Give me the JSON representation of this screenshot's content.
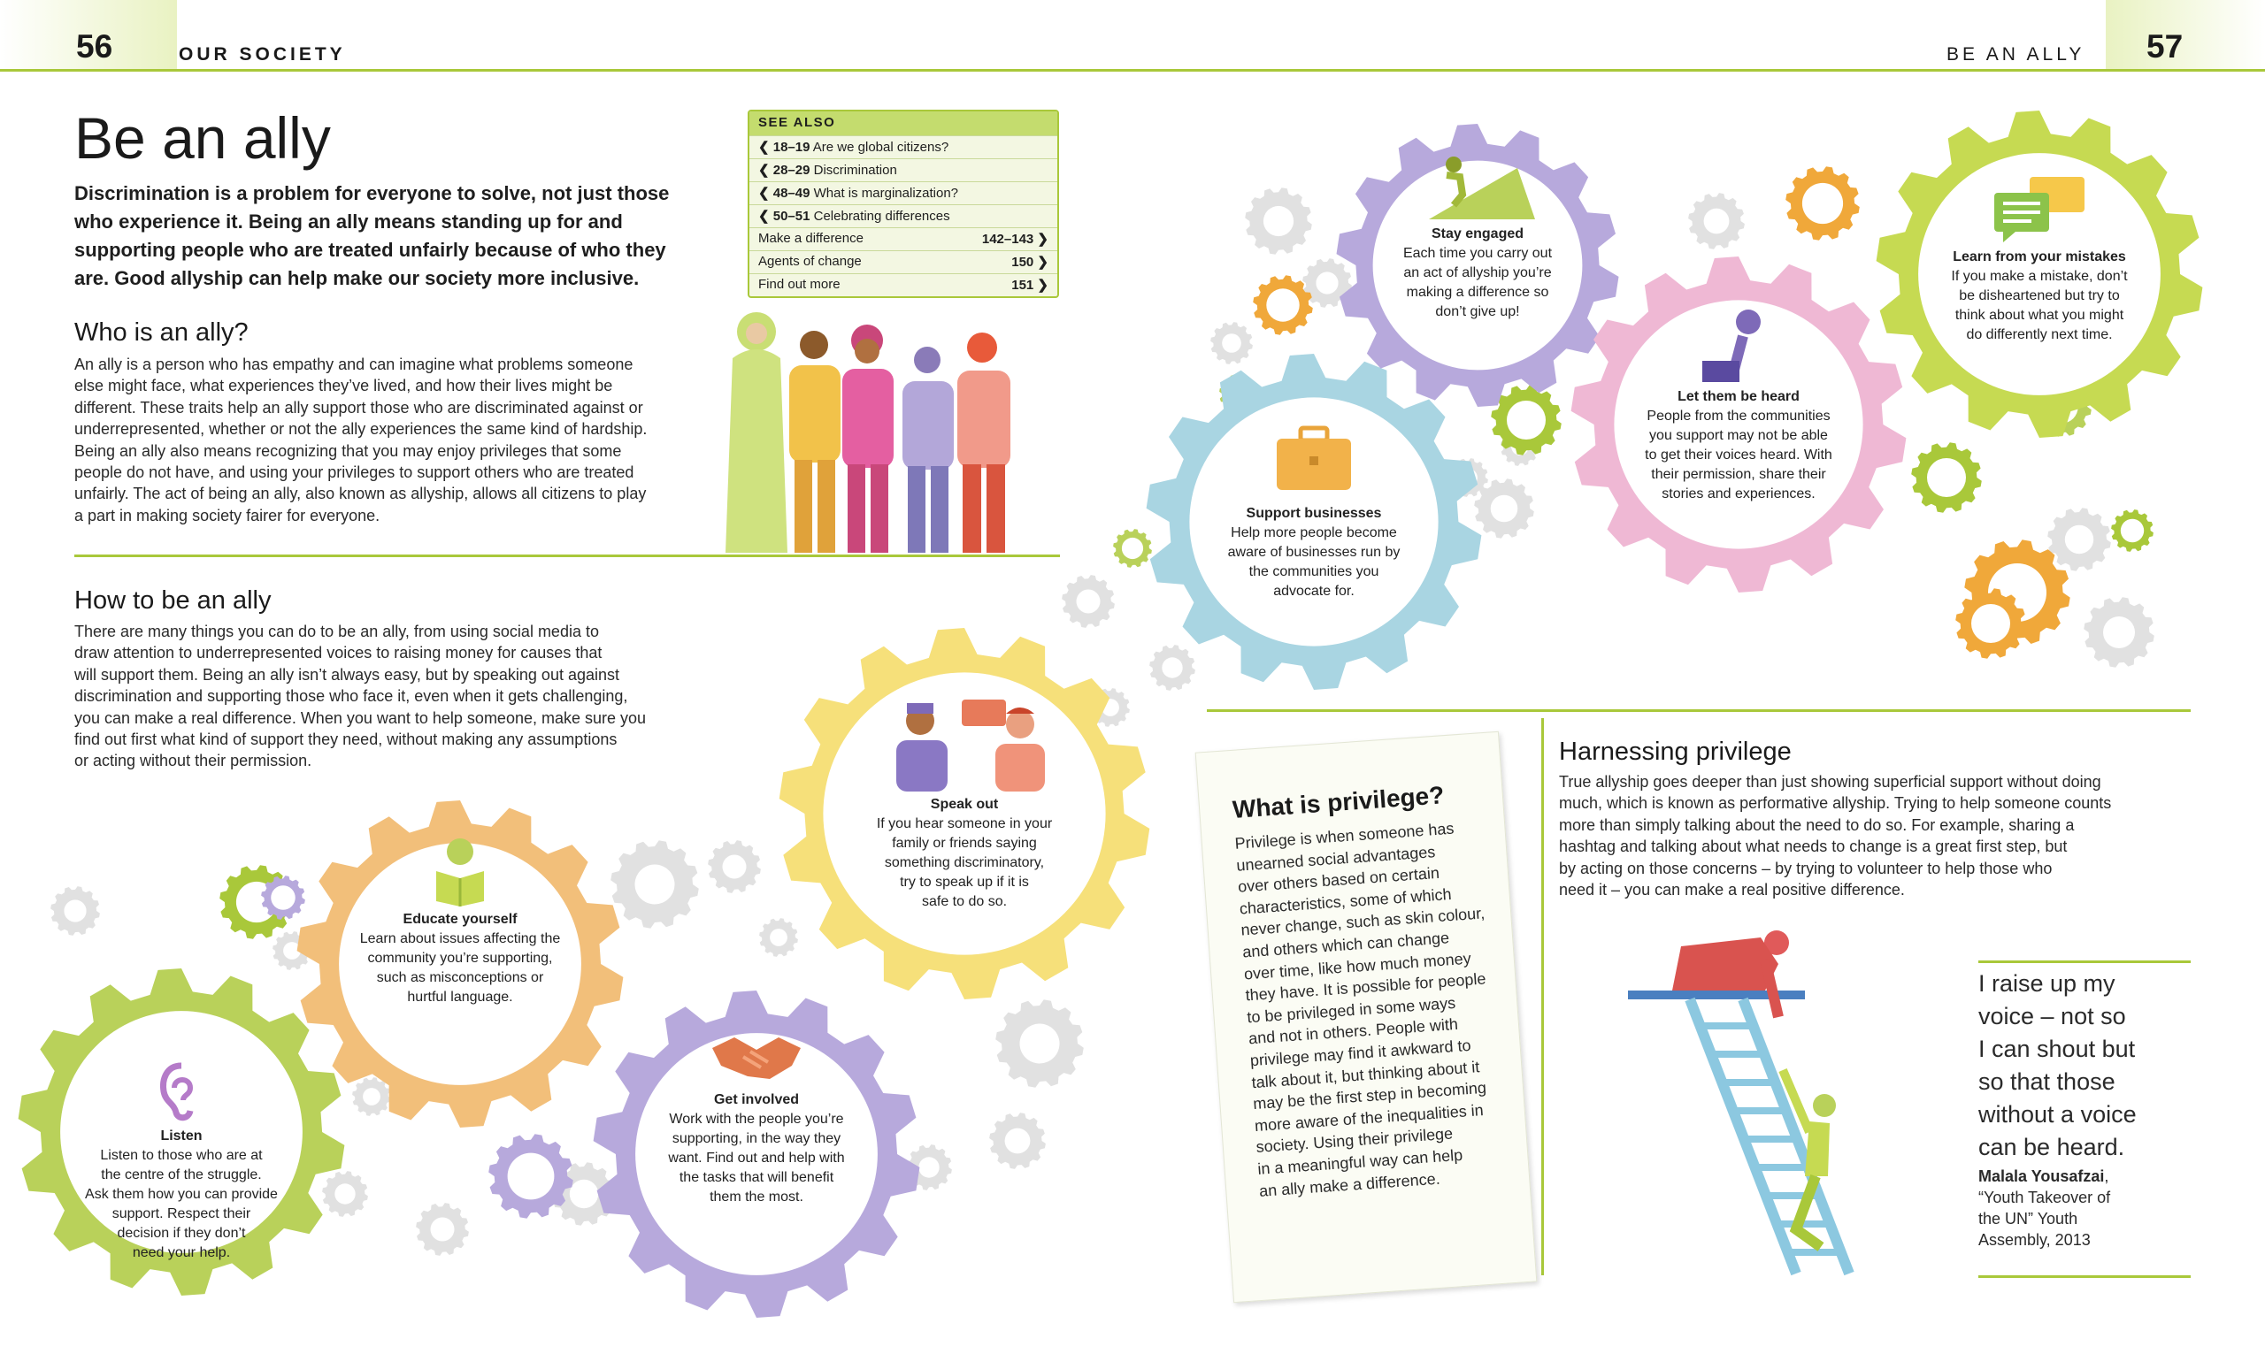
{
  "header": {
    "left_page_number": "56",
    "left_section": "OUR SOCIETY",
    "right_section": "BE AN ALLY",
    "right_page_number": "57"
  },
  "title": "Be an ally",
  "intro": [
    "Discrimination is a problem for everyone to solve, not just those",
    "who experience it. Being an ally means standing up for and",
    "supporting people who are treated unfairly because of who they",
    "are. Good allyship can help make our society more inclusive."
  ],
  "see_also": {
    "heading": "SEE ALSO",
    "items": [
      {
        "ref": "❮ 18–19",
        "label": "Are we global citizens?",
        "page": ""
      },
      {
        "ref": "❮ 28–29",
        "label": "Discrimination",
        "page": ""
      },
      {
        "ref": "❮ 48–49",
        "label": "What is marginalization?",
        "page": ""
      },
      {
        "ref": "❮ 50–51",
        "label": "Celebrating differences",
        "page": ""
      },
      {
        "ref": "",
        "label": "Make a difference",
        "page": "142–143 ❯"
      },
      {
        "ref": "",
        "label": "Agents of change",
        "page": "150 ❯"
      },
      {
        "ref": "",
        "label": "Find out more",
        "page": "151 ❯"
      }
    ]
  },
  "who": {
    "heading": "Who is an ally?",
    "lines": [
      "An ally is a person who has empathy and can imagine what problems someone",
      "else might face, what experiences they’ve lived, and how their lives might be",
      "different. These traits help an ally support those who are discriminated against or",
      "underrepresented, whether or not the ally experiences the same kind of hardship.",
      "Being an ally also means recognizing that you may enjoy privileges that some",
      "people do not have, and using your privileges to support others who are treated",
      "unfairly. The act of being an ally, also known as allyship, allows all citizens to play",
      "a part in making society fairer for everyone."
    ]
  },
  "how": {
    "heading": "How to be an ally",
    "lines": [
      "There are many things you can do to be an ally, from using social media to",
      "draw attention to underrepresented voices to raising money for causes that",
      "will support them. Being an ally isn’t always easy, but by speaking out against",
      "discrimination and supporting those who face it, even when it gets challenging,",
      "you can make a real difference. When you want to help someone, make sure you",
      "find out first what kind of support they need, without making any assumptions",
      "or acting without their permission."
    ]
  },
  "gears": {
    "listen": {
      "title": "Listen",
      "lines": [
        "Listen to those who are at",
        "the centre of the struggle.",
        "Ask them how you can provide",
        "support. Respect their",
        "decision if they don’t",
        "need your help."
      ],
      "icon": "ear-icon",
      "color": "#b9d15a"
    },
    "educate": {
      "title": "Educate yourself",
      "lines": [
        "Learn about issues affecting the",
        "community you’re supporting,",
        "such as misconceptions or",
        "hurtful language."
      ],
      "icon": "reading-person-icon",
      "color": "#f2bf7a"
    },
    "involved": {
      "title": "Get involved",
      "lines": [
        "Work with the people you’re",
        "supporting, in the way they",
        "want. Find out and help with",
        "the tasks that will benefit",
        "them the most."
      ],
      "icon": "handshake-icon",
      "color": "#b7a9dc"
    },
    "speak": {
      "title": "Speak out",
      "lines": [
        "If you hear someone in your",
        "family or friends saying",
        "something discriminatory,",
        "try to speak up if it is",
        "safe to do so."
      ],
      "icon": "speaking-people-icon",
      "color": "#f6e07a"
    },
    "business": {
      "title": "Support businesses",
      "lines": [
        "Help more people become",
        "aware of businesses run by",
        "the communities you",
        "advocate for."
      ],
      "icon": "briefcase-icon",
      "color": "#a9d5e2"
    },
    "engaged": {
      "title": "Stay engaged",
      "lines": [
        "Each time you carry out",
        "an act of allyship you’re",
        "making a difference so",
        "don’t give up!"
      ],
      "icon": "climbing-person-icon",
      "color": "#b7a9dc"
    },
    "heard": {
      "title": "Let them be heard",
      "lines": [
        "People from the communities",
        "you support may not be able",
        "to get their voices heard. With",
        "their permission, share their",
        "stories and experiences."
      ],
      "icon": "microphone-person-icon",
      "color": "#efb8d4"
    },
    "mistakes": {
      "title": "Learn from your mistakes",
      "lines": [
        "If you make a mistake, don’t",
        "be disheartened but try to",
        "think about what you might",
        "do differently next time."
      ],
      "icon": "speech-bubbles-icon",
      "color": "#c6da52"
    }
  },
  "privilege": {
    "heading": "What is privilege?",
    "lines": [
      "Privilege is when someone has",
      "unearned social advantages",
      "over others based on certain",
      "characteristics, some of which",
      "never change, such as skin colour,",
      "and others which can change",
      "over time, like how much money",
      "they have. It is possible for people",
      "to be privileged in some ways",
      "and not in others. People with",
      "privilege may find it awkward to",
      "talk about it, but thinking about it",
      "may be the first step in becoming",
      "more aware of the inequalities in",
      "society. Using their privilege",
      "in a meaningful way can help",
      "an ally make a difference."
    ]
  },
  "harnessing": {
    "heading": "Harnessing privilege",
    "lines": [
      "True allyship goes deeper than just showing superficial support without doing",
      "much, which is known as performative allyship. Trying to help someone counts",
      "more than simply talking about the need to do so. For example, sharing a",
      "hashtag and talking about what needs to change is a great first step, but",
      "by acting on those concerns – by trying to volunteer to help those who",
      "need it – you can make a real positive difference."
    ]
  },
  "quote": {
    "lines": [
      "I raise up my",
      "voice – not so",
      "I can shout but",
      "so that those",
      "without a voice",
      "can be heard."
    ],
    "author": "Malala Yousafzai",
    "source_lines": [
      "“Youth Takeover of",
      "the UN” Youth",
      "Assembly, 2013"
    ]
  },
  "colors": {
    "accent": "#a9c83a",
    "grey_gear": "#e1e1e1"
  }
}
